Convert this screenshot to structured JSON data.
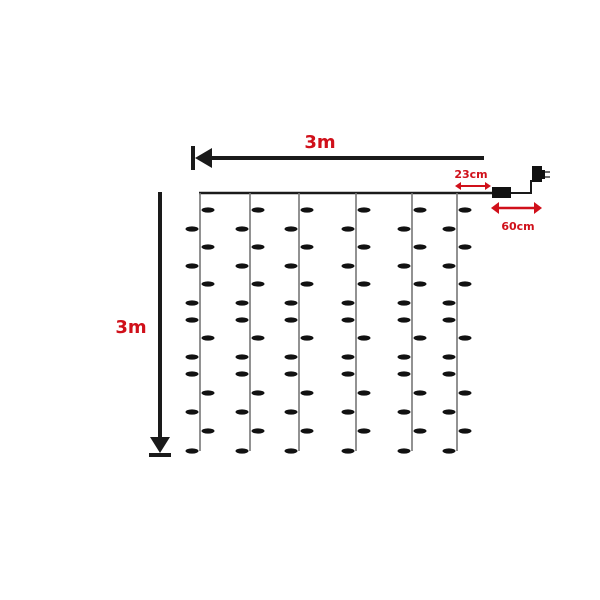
{
  "diagram": {
    "title": "LED curtain light dimensions",
    "colors": {
      "line": "#1a1a1a",
      "strand": "#777777",
      "bulb": "#111111",
      "accent": "#d0101a"
    },
    "labels": {
      "width": "3m",
      "height": "3m",
      "lead_cable": "23cm",
      "power_cable": "60cm"
    },
    "strands_x": [
      200,
      250,
      299,
      356,
      412,
      457
    ],
    "bulbs_right_y": [
      210,
      247,
      284,
      338,
      393,
      431
    ],
    "bulbs_left_y": [
      229,
      266,
      303,
      320,
      357,
      374,
      412,
      451
    ],
    "components": [
      "width-arrow",
      "height-arrow",
      "top-wire",
      "controller-box",
      "power-adapter"
    ]
  }
}
